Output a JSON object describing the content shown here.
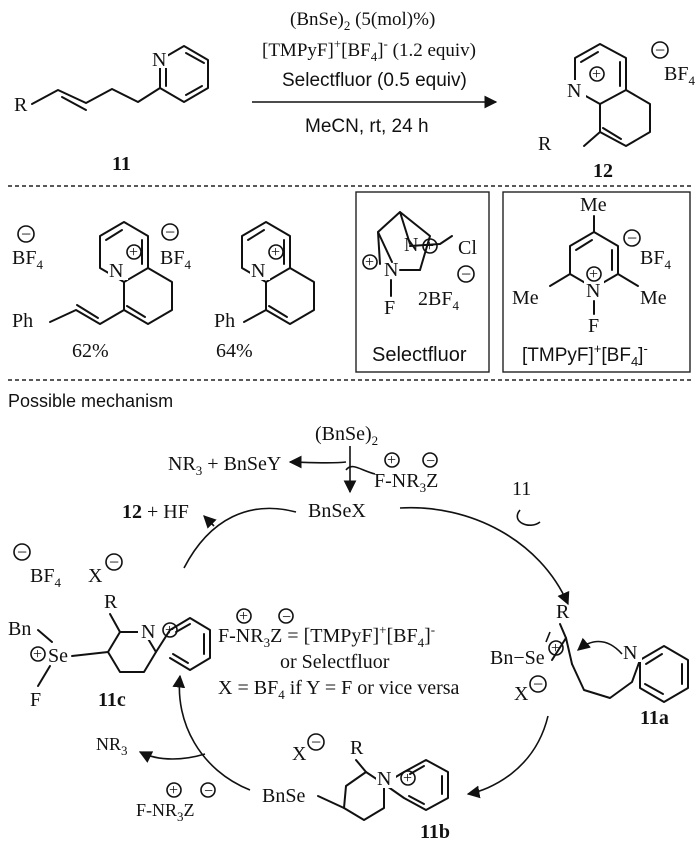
{
  "reaction": {
    "reagent_line1": "(BnSe)",
    "reagent_line1_sub": "2",
    "reagent_line1_rest": " (5(mol)%)",
    "reagent_line2_a": "[TMPyF]",
    "reagent_line2_sup1": "+",
    "reagent_line2_b": "[BF",
    "reagent_line2_sub": "4",
    "reagent_line2_c": "]",
    "reagent_line2_sup2": "-",
    "reagent_line2_rest": " (1.2 equiv)",
    "reagent_line3": "Selectfluor (0.5 equiv)",
    "reagent_line4": "MeCN, rt, 24 h",
    "substrate_label": "11",
    "product_label": "12"
  },
  "atoms": {
    "N": "N",
    "R": "R",
    "Ph": "Ph",
    "Me": "Me",
    "F": "F",
    "Cl": "Cl",
    "BF": "BF",
    "four": "4",
    "plus": "+",
    "minus": "−",
    "two_bf": "2BF",
    "se": "Se",
    "bn": "Bn",
    "bnse_dash": "Bn−Se",
    "x": "X",
    "bnse": "BnSe"
  },
  "examples": {
    "yield_1": "62%",
    "yield_2": "64%",
    "selectfluor_label": "Selectfluor",
    "tmpyf_label_a": "[TMPyF]",
    "tmpyf_sup1": "+",
    "tmpyf_label_b": "[BF",
    "tmpyf_sub": "4",
    "tmpyf_label_c": "]",
    "tmpyf_sup2": "-"
  },
  "mechanism": {
    "heading": "Possible mechanism",
    "bnse2": "(BnSe)",
    "bnse2_sub": "2",
    "nr3_bnsey": "NR",
    "nr3_sub": "3",
    "nr3_rest": " + BnSeY",
    "f_nr3z": "F-NR",
    "f_nr3z_sub": "3",
    "f_nr3z_z": "Z",
    "bnsex": "BnSeX",
    "eleven": "11",
    "twelve_hf_a": "12",
    "twelve_hf_b": "  + HF",
    "note_line1_a": "F-NR",
    "note_line1_sub": "3",
    "note_line1_b": "Z = [TMPyF]",
    "note_line1_sup": "+",
    "note_line1_c": "[BF",
    "note_line1_sub2": "4",
    "note_line1_d": "]",
    "note_line1_sup2": "-",
    "note_line2": "or  Selectfluor",
    "note_line3": "X = BF",
    "note_line3_sub": "4",
    "note_line3_rest": " if Y = F or vice versa",
    "label_11a": "11a",
    "label_11b": "11b",
    "label_11c": "11c",
    "nr3_out": "NR",
    "nr3_out_sub": "3",
    "f_nr3z_in": "F-NR",
    "f_nr3z_in_sub": "3",
    "f_nr3z_in_z": "Z"
  }
}
